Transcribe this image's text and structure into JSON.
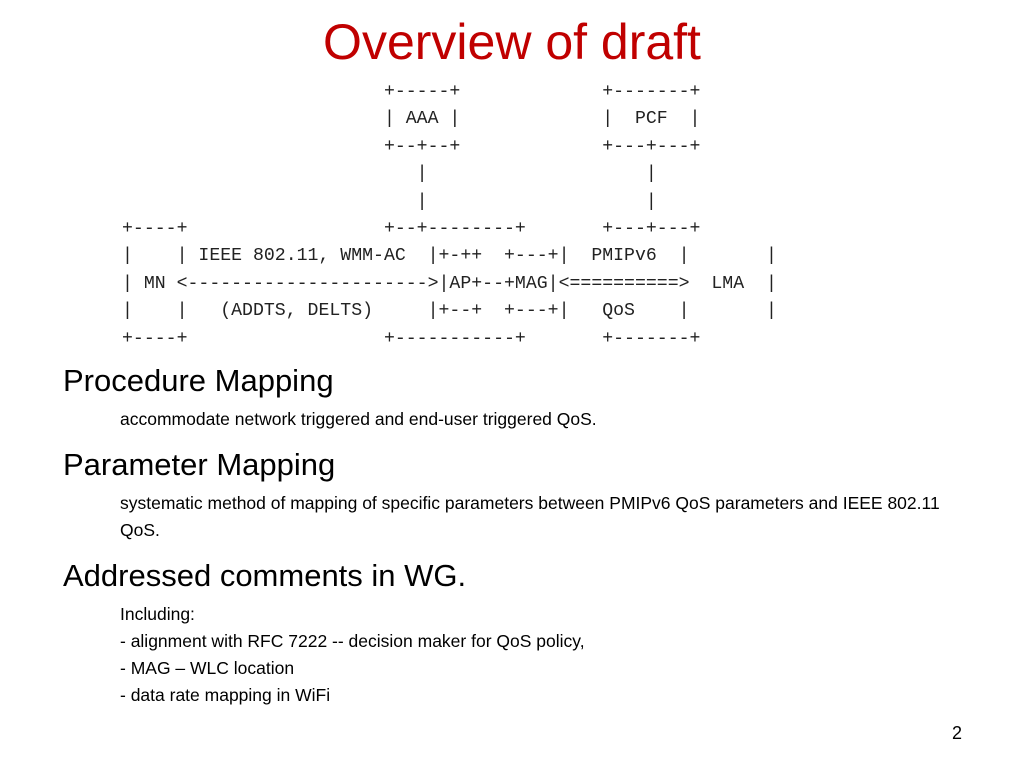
{
  "slide": {
    "title": "Overview of draft",
    "page_number": "2"
  },
  "diagram": {
    "lines": [
      "                        +-----+             +-------+",
      "                        | AAA |             |  PCF  |",
      "                        +--+--+             +---+---+",
      "                           |                    |",
      "                           |                    |",
      "+----+                  +--+--------+       +---+---+",
      "|    | IEEE 802.11, WMM-AC  |+-++  +---+|  PMIPv6  |       |",
      "| MN <---------------------->|AP+--+MAG|<==========>  LMA  |",
      "|    |   (ADDTS, DELTS)     |+--+  +---+|   QoS    |       |",
      "+----+                  +-----------+       +-------+"
    ]
  },
  "sections": [
    {
      "heading": "Procedure Mapping",
      "body": [
        "accommodate network  triggered and end-user triggered QoS."
      ]
    },
    {
      "heading": "Parameter Mapping",
      "body": [
        "systematic method of mapping of specific parameters between PMIPv6 QoS parameters and IEEE 802.11 QoS."
      ]
    },
    {
      "heading": "Addressed comments in WG.",
      "body": [
        "Including:",
        "- alignment with RFC 7222 -- decision maker for QoS policy,",
        "- MAG – WLC location",
        "- data rate mapping in WiFi"
      ]
    }
  ]
}
